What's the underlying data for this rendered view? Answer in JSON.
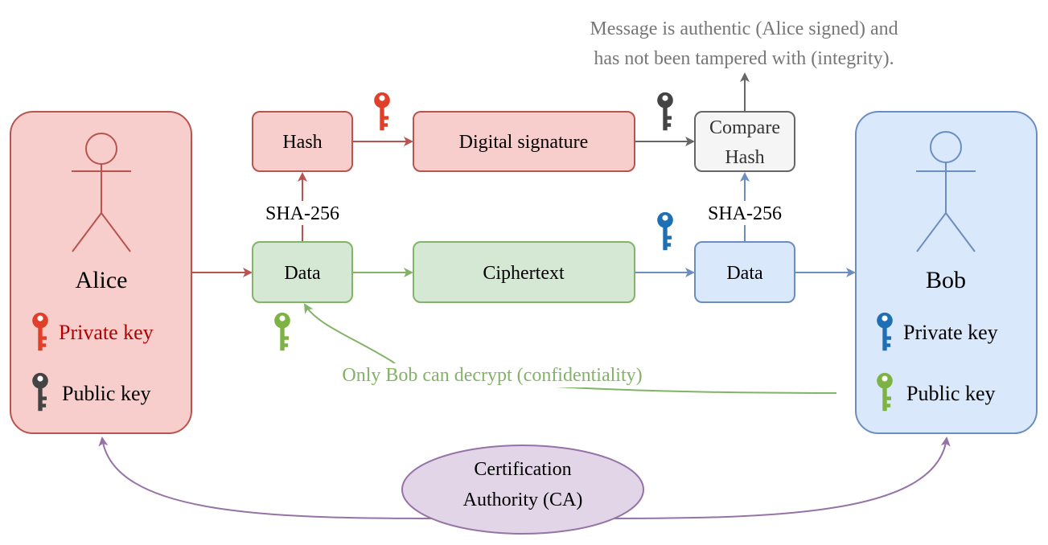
{
  "note": {
    "line1": "Message is authentic (Alice signed) and",
    "line2": "has not been tampered with (integrity)."
  },
  "alice": {
    "name": "Alice",
    "private_key_label": "Private key",
    "public_key_label": "Public key"
  },
  "bob": {
    "name": "Bob",
    "private_key_label": "Private key",
    "public_key_label": "Public key"
  },
  "boxes": {
    "hash": "Hash",
    "digital_signature": "Digital signature",
    "compare_line1": "Compare",
    "compare_line2": "Hash",
    "data_alice": "Data",
    "ciphertext": "Ciphertext",
    "data_bob": "Data"
  },
  "labels": {
    "sha_left": "SHA-256",
    "sha_right": "SHA-256",
    "confidentiality": "Only Bob can decrypt (confidentiality)"
  },
  "ca": {
    "line1": "Certification",
    "line2": "Authority (CA)"
  },
  "colors": {
    "red_fill": "#f8cecc",
    "red_stroke": "#b85450",
    "green_fill": "#d5e8d4",
    "green_stroke": "#82b366",
    "blue_fill": "#dae8fc",
    "blue_stroke": "#6c8ebf",
    "gray_fill": "#f5f5f5",
    "gray_stroke": "#666666",
    "purple_fill": "#e1d5e7",
    "purple_stroke": "#9673a6",
    "key_red": "#e0402a",
    "key_dark": "#444444",
    "key_blue": "#1f6fb5",
    "key_green": "#7cb342",
    "private_text_red": "#b20000"
  }
}
